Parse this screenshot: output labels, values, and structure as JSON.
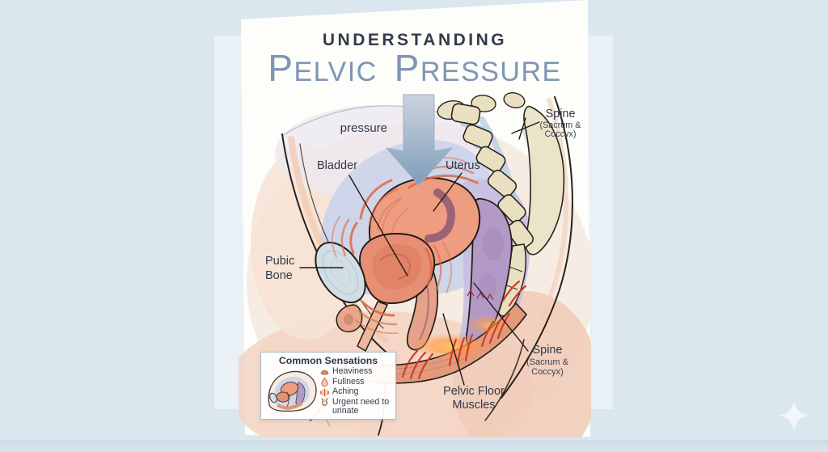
{
  "poster": {
    "background_color": "#dae7ef",
    "backing_panel_color": "#e9f1f6",
    "card_color": "#fdfdfa"
  },
  "title": {
    "eyebrow": "UNDERSTANDING",
    "main_words": [
      "PELVIC",
      "PRESSURE"
    ],
    "eyebrow_color": "#343b4a",
    "main_color": "#7e95b5"
  },
  "annotations": {
    "pressure": "pressure",
    "bladder": "Bladder",
    "uterus": "Uterus",
    "spine_top": "Spine",
    "spine_top_sub": "(Sacrum & Coccyx)",
    "pubic_bone_line1": "Pubic",
    "pubic_bone_line2": "Bone",
    "spine_bottom": "Spine",
    "spine_bottom_sub": "(Sacrum & Coccyx)",
    "pelvic_floor_line1": "Pelvic Floor",
    "pelvic_floor_line2": "Muscles"
  },
  "legend": {
    "title": "Common Sensations",
    "items": [
      {
        "icon": "heaviness-icon",
        "label": "Heaviness"
      },
      {
        "icon": "fullness-droplet-icon",
        "label": "Fullness"
      },
      {
        "icon": "aching-icon",
        "label": "Aching"
      },
      {
        "icon": "urgency-bladder-icon",
        "label": "Urgent need to urinate"
      }
    ]
  },
  "palette": {
    "uterus": "#ef9d81",
    "bladder": "#e78f74",
    "pubic_bone": "#d2dee6",
    "rectum": "#b39ac6",
    "spine_bone": "#e9e0c2",
    "spinal_disc": "#b7cede",
    "pelvic_floor_muscle": "#e29a7b",
    "striation_red": "#ce3c2b",
    "pressure_arc": "#dd6847",
    "arrow_top": "#ccd4de",
    "arrow_bottom": "#7e9cbc",
    "label_text": "#313947"
  }
}
